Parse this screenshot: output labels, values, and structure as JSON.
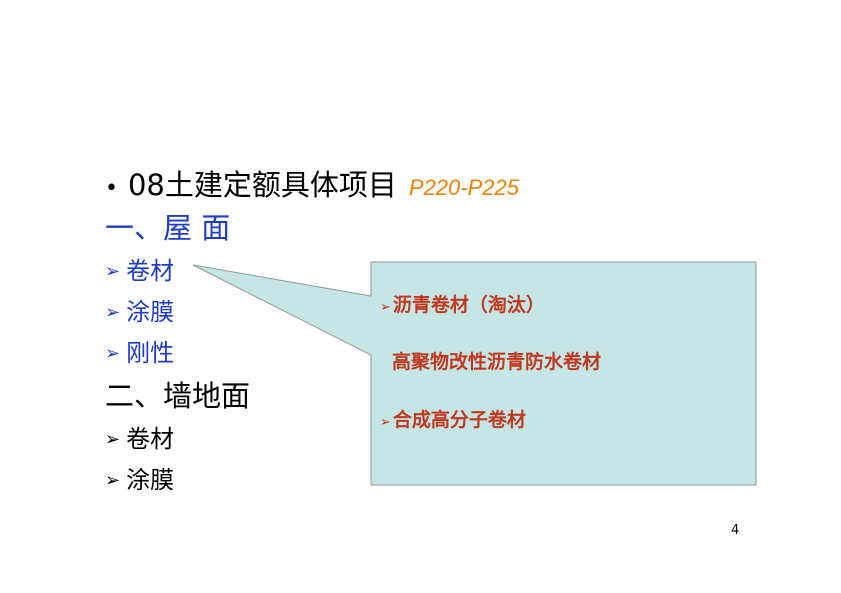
{
  "title": {
    "bullet": "•",
    "text": "08土建定额具体项目",
    "ref": "P220-P225"
  },
  "section1": {
    "heading": "一、屋  面",
    "items": [
      "卷材",
      "涂膜",
      "刚性"
    ]
  },
  "section2": {
    "heading": "二、墙地面",
    "items": [
      "卷材",
      "涂膜"
    ]
  },
  "callout": {
    "lines": [
      {
        "marker": "➢",
        "text": "沥青卷材（淘汰）"
      },
      {
        "marker": "",
        "text": "高聚物改性沥青防水卷材"
      },
      {
        "marker": "➢",
        "text": "合成高分子卷材"
      }
    ],
    "fill": "#c6e6e6",
    "text_color": "#c0391f"
  },
  "arrow_marker": "➢",
  "colors": {
    "heading_blue": "#1f3cc6",
    "ref_orange": "#f07f0b"
  },
  "page_number": "4"
}
